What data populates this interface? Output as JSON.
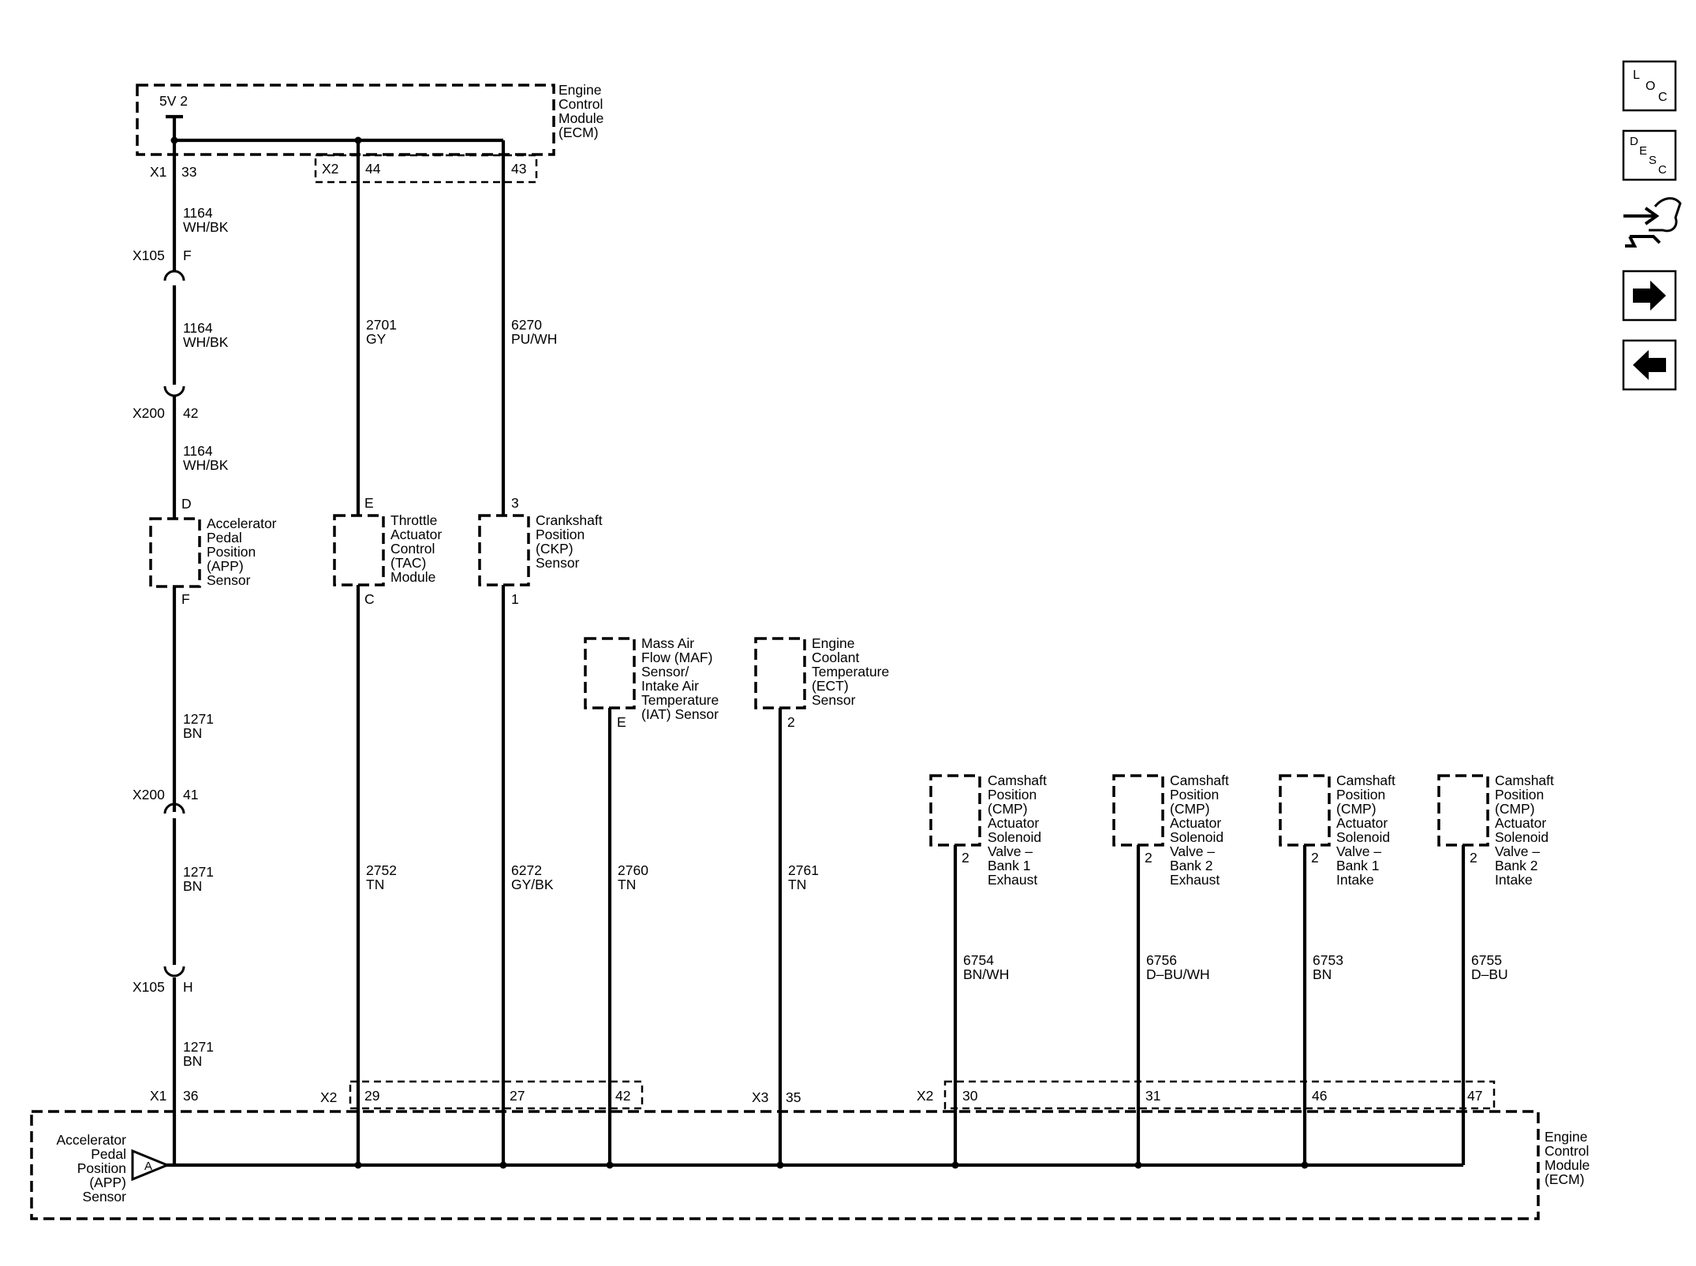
{
  "colors": {
    "ink": "#000000",
    "paper": "#ffffff"
  },
  "ecm_top": {
    "label": [
      "Engine",
      "Control",
      "Module",
      "(ECM)"
    ],
    "supply": "5V 2",
    "x1": "X1",
    "x1_pin": "33",
    "x2": "X2",
    "x2_pin_a": "44",
    "x2_pin_b": "43"
  },
  "ecm_bottom": {
    "label": [
      "Engine",
      "Control",
      "Module",
      "(ECM)"
    ],
    "app_label": [
      "Accelerator",
      "Pedal",
      "Position",
      "(APP)",
      "Sensor"
    ],
    "app_pin": "A",
    "x1": "X1",
    "x1_pin": "36",
    "x2a": "X2",
    "x2a_pins": [
      "29",
      "27",
      "42"
    ],
    "x3": "X3",
    "x3_pin": "35",
    "x2b": "X2",
    "x2b_pins": [
      "30",
      "31",
      "46",
      "47"
    ]
  },
  "app_circuit": {
    "w1": [
      "1164",
      "WH/BK"
    ],
    "conn1": "X105",
    "conn1_pin": "F",
    "w2": [
      "1164",
      "WH/BK"
    ],
    "conn2": "X200",
    "conn2_pin": "42",
    "w3": [
      "1164",
      "WH/BK"
    ],
    "sensor_pin_top": "D",
    "sensor_pin_bottom": "F",
    "sensor_label": [
      "Accelerator",
      "Pedal",
      "Position",
      "(APP)",
      "Sensor"
    ],
    "w4": [
      "1271",
      "BN"
    ],
    "conn3": "X200",
    "conn3_pin": "41",
    "w5": [
      "1271",
      "BN"
    ],
    "conn4": "X105",
    "conn4_pin": "H",
    "w6": [
      "1271",
      "BN"
    ]
  },
  "tac_circuit": {
    "w1": [
      "2701",
      "GY"
    ],
    "pin_top": "E",
    "pin_bottom": "C",
    "label": [
      "Throttle",
      "Actuator",
      "Control",
      "(TAC)",
      "Module"
    ],
    "w2": [
      "2752",
      "TN"
    ]
  },
  "ckp_circuit": {
    "w1": [
      "6270",
      "PU/WH"
    ],
    "pin_top": "3",
    "pin_bottom": "1",
    "label": [
      "Crankshaft",
      "Position",
      "(CKP)",
      "Sensor"
    ],
    "w2": [
      "6272",
      "GY/BK"
    ]
  },
  "maf_circuit": {
    "label": [
      "Mass Air",
      "Flow (MAF)",
      "Sensor/",
      "Intake Air",
      "Temperature",
      "(IAT) Sensor"
    ],
    "pin": "E",
    "wire": [
      "2760",
      "TN"
    ]
  },
  "ect_circuit": {
    "label": [
      "Engine",
      "Coolant",
      "Temperature",
      "(ECT)",
      "Sensor"
    ],
    "pin": "2",
    "wire": [
      "2761",
      "TN"
    ]
  },
  "cmp_valves": [
    {
      "label": [
        "Camshaft",
        "Position",
        "(CMP)",
        "Actuator",
        "Solenoid",
        "Valve –",
        "Bank 1",
        "Exhaust"
      ],
      "pin": "2",
      "wire": [
        "6754",
        "BN/WH"
      ]
    },
    {
      "label": [
        "Camshaft",
        "Position",
        "(CMP)",
        "Actuator",
        "Solenoid",
        "Valve –",
        "Bank 2",
        "Exhaust"
      ],
      "pin": "2",
      "wire": [
        "6756",
        "D–BU/WH"
      ]
    },
    {
      "label": [
        "Camshaft",
        "Position",
        "(CMP)",
        "Actuator",
        "Solenoid",
        "Valve –",
        "Bank 1",
        "Intake"
      ],
      "pin": "2",
      "wire": [
        "6753",
        "BN"
      ]
    },
    {
      "label": [
        "Camshaft",
        "Position",
        "(CMP)",
        "Actuator",
        "Solenoid",
        "Valve –",
        "Bank 2",
        "Intake"
      ],
      "pin": "2",
      "wire": [
        "6755",
        "D–BU"
      ]
    }
  ],
  "side_buttons": [
    {
      "name": "loc-button",
      "letters": [
        "L",
        "O",
        "C"
      ],
      "icon": "loc-icon"
    },
    {
      "name": "desc-button",
      "letters": [
        "D",
        "E",
        "S",
        "C"
      ],
      "icon": "desc-icon"
    },
    {
      "name": "connector-button",
      "icon": "connector-tool-icon"
    },
    {
      "name": "next-button",
      "icon": "arrow-right-icon"
    },
    {
      "name": "prev-button",
      "icon": "arrow-left-icon"
    }
  ]
}
